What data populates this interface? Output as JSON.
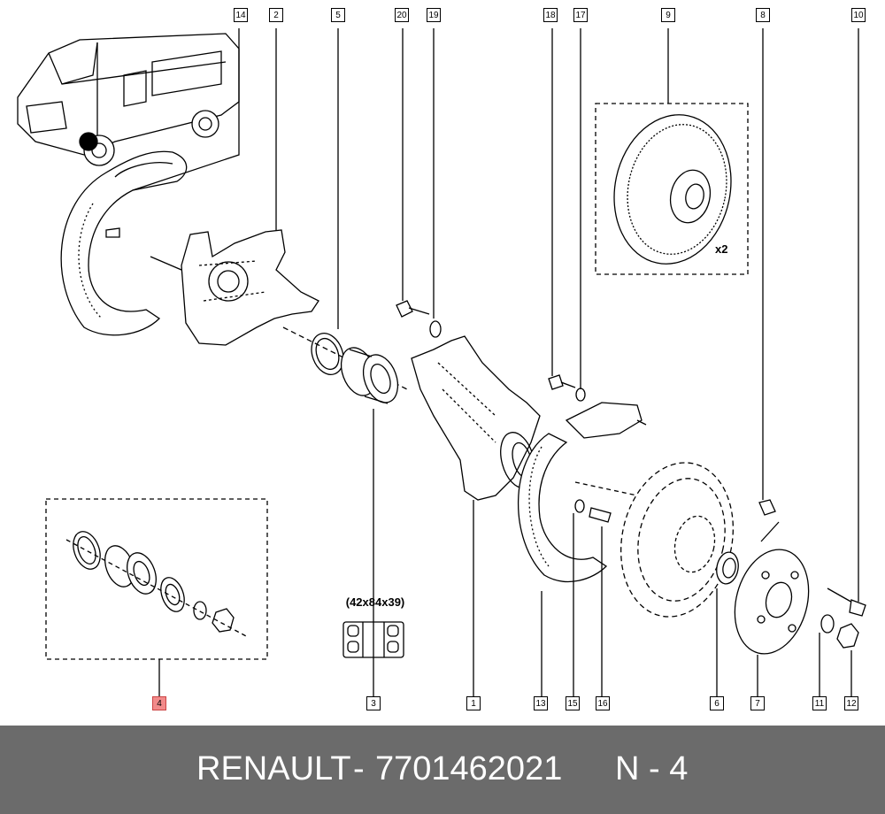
{
  "callouts": [
    {
      "n": "14",
      "highlight": false
    },
    {
      "n": "2",
      "highlight": false
    },
    {
      "n": "5",
      "highlight": false
    },
    {
      "n": "20",
      "highlight": false
    },
    {
      "n": "19",
      "highlight": false
    },
    {
      "n": "18",
      "highlight": false
    },
    {
      "n": "17",
      "highlight": false
    },
    {
      "n": "9",
      "highlight": false
    },
    {
      "n": "8",
      "highlight": false
    },
    {
      "n": "10",
      "highlight": false
    },
    {
      "n": "4",
      "highlight": true
    },
    {
      "n": "3",
      "highlight": false
    },
    {
      "n": "1",
      "highlight": false
    },
    {
      "n": "13",
      "highlight": false
    },
    {
      "n": "15",
      "highlight": false
    },
    {
      "n": "16",
      "highlight": false
    },
    {
      "n": "6",
      "highlight": false
    },
    {
      "n": "7",
      "highlight": false
    },
    {
      "n": "11",
      "highlight": false
    },
    {
      "n": "12",
      "highlight": false
    }
  ],
  "bearing_size": "(42x84x39)",
  "disc_quantity": "x2",
  "footer": {
    "brand": "RENAULT",
    "separator": "-",
    "part_number": "7701462021",
    "ref": "N - 4"
  },
  "colors": {
    "footer_bg": "#6b6b6b",
    "highlight": "#f28a8a",
    "line": "#000000"
  }
}
